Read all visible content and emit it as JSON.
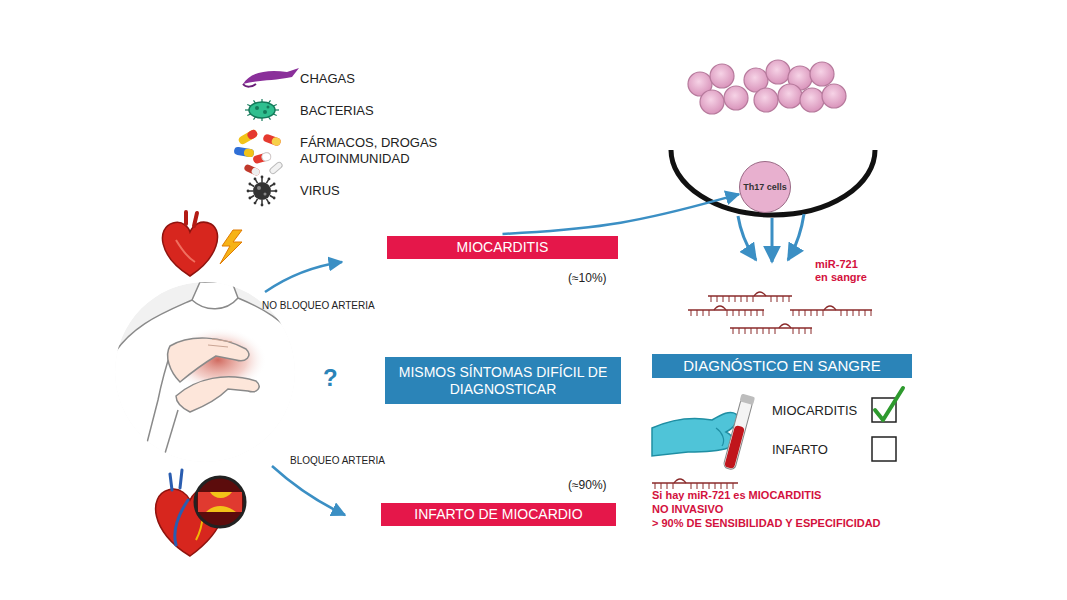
{
  "diagram": {
    "nodes": [
      {
        "text": [
          "MIOCARDITIS"
        ]
      },
      {
        "text": [
          "MISMOS SÍNTOMAS DIFÍCIL DE DIAGNOSTICAR"
        ]
      },
      {
        "text": [
          "INFARTO DE MIOCARDIO"
        ]
      },
      {
        "text": [
          "DIAGNÓSTICO EN SANGRE"
        ]
      },
      {
        "text": [
          "Th17 cells"
        ]
      }
    ],
    "edges": [
      {
        "from": 0,
        "to": 4,
        "arrow": "to"
      }
    ],
    "labels": [
      "CHAGAS",
      "BACTERIAS",
      "FÁRMACOS, DROGAS AUTOINMUNIDAD",
      "VIRUS",
      "NO BLOQUEO ARTERIA",
      "(≈10%)",
      "?",
      "BLOQUEO ARTERIA",
      "(≈90%)",
      "miR-721 en sangre",
      "MIOCARDITIS",
      "INFARTO",
      "Si hay miR-721 es MIOCARDITIS",
      "NO INVASIVO",
      "> 90% DE SENSIBILIDAD Y ESPECIFICIDAD"
    ]
  }
}
